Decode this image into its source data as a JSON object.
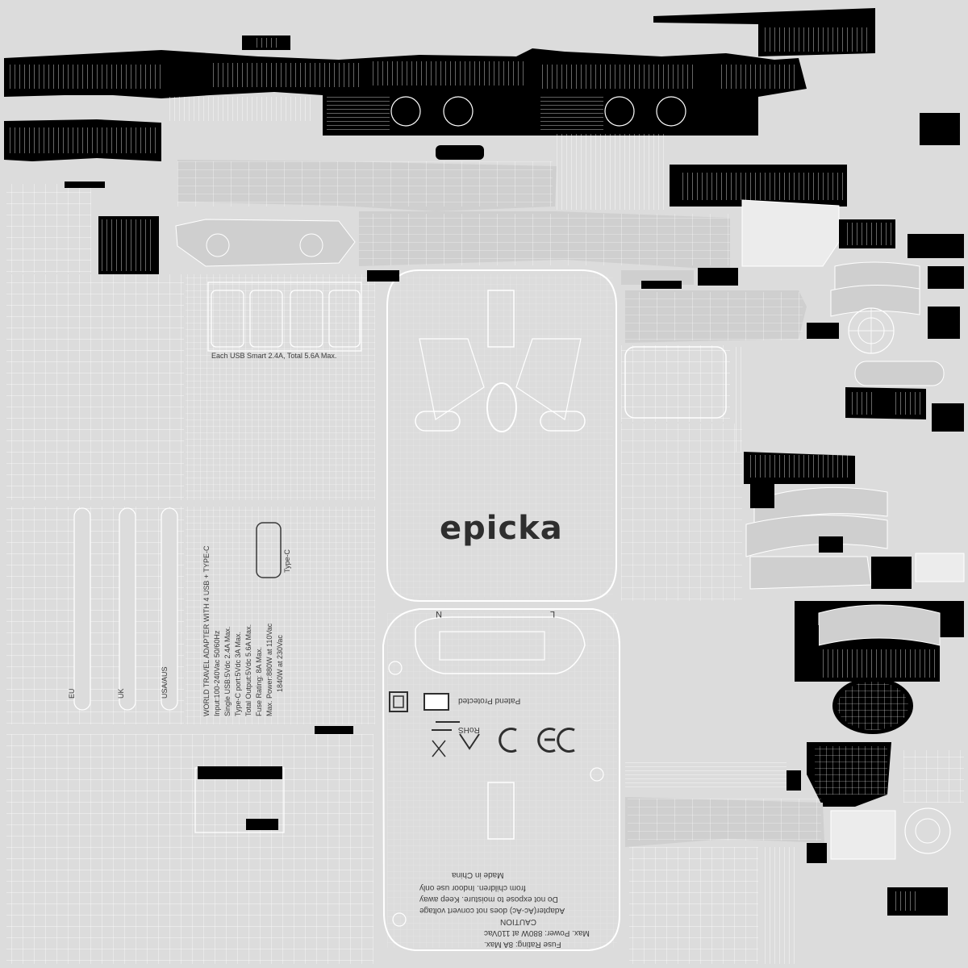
{
  "brand": {
    "logo_text": "Epicka"
  },
  "labels": {
    "usb_rating": "Each USB Smart 2.4A, Total 5.6A Max.",
    "type_c": "Type-C",
    "region_eu": "EU",
    "region_uk": "UK",
    "region_usa_aus": "USA/AUS",
    "pin_n": "N",
    "pin_l": "L",
    "patent": "Patend Protected",
    "rohs": "RoHS",
    "ce": "CE",
    "made_in": "Made in China"
  },
  "spec_lines": [
    "WORLD TRAVEL ADAPTER WITH 4 USB + TYPE-C",
    "Input:100-240Vac 50/60Hz",
    "Single USB:5Vdc 2.4A Max.",
    "Type-C port:5Vdc 3A Max.",
    "Total Output:5Vdc 5.6A Max.",
    "Fuse Rating: 8A Max.",
    "Max. Power:880W at 110Vac",
    "1840W at 230Vac"
  ],
  "caution_lines": [
    "Fuse Rating: 8A Max.",
    "Max. Power: 880W at 110Vac",
    "CAUTION",
    "Adapter(Ac-Ac) does not convert voltage",
    "Do not expose to moisture. Keep away",
    "from children. Indoor use only",
    "Made in China"
  ],
  "colors": {
    "background": "#dcdcdc",
    "wire": "#ffffff",
    "shell": "#000000",
    "text": "#3a3a3a"
  }
}
